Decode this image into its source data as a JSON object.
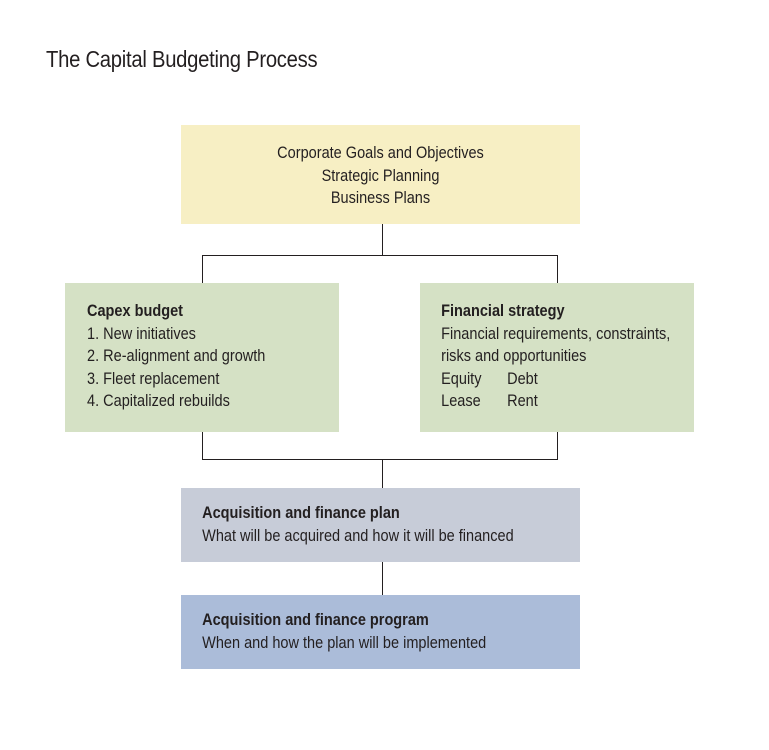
{
  "title": "The Capital Budgeting Process",
  "goals": {
    "lines": [
      "Corporate Goals and Objectives",
      "Strategic Planning",
      "Business Plans"
    ]
  },
  "capex": {
    "heading": "Capex budget",
    "items": [
      "1. New initiatives",
      "2. Re-alignment and growth",
      "3. Fleet replacement",
      "4. Capitalized rebuilds"
    ]
  },
  "financial_strategy": {
    "heading": "Financial strategy",
    "lines": [
      "Financial requirements, constraints,",
      "risks and opportunities"
    ],
    "pairs": [
      [
        "Equity",
        "Debt"
      ],
      [
        "Lease",
        "Rent"
      ]
    ]
  },
  "plan": {
    "heading": "Acquisition and finance plan",
    "text": "What will be acquired and how it will be financed"
  },
  "program": {
    "heading": "Acquisition and finance program",
    "text": "When and how the plan will be implemented"
  },
  "colors": {
    "goals_fill": "#f7efc4",
    "strategy_fill": "#d5e1c5",
    "plan_fill": "#c7ccd8",
    "program_fill": "#abbcd9",
    "connector": "#231f20"
  }
}
